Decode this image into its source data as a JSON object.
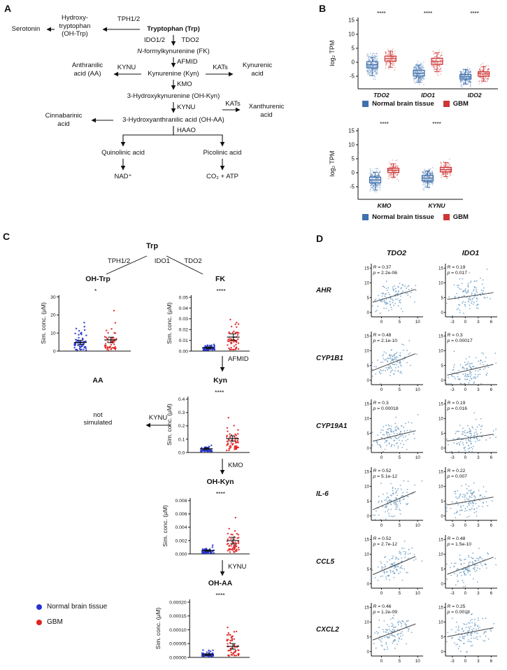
{
  "panelA": {
    "label": "A",
    "pathway": {
      "serotonin": "Serotonin",
      "ohtrp_block": "Hydroxy-\ntryptophan\n(OH-Trp)",
      "tph": "TPH1/2",
      "trp": "Tryptophan (Trp)",
      "ido": "IDO1/2",
      "tdo": "TDO2",
      "fk_italic": "N",
      "fk_rest": "-formylkynurenine (FK)",
      "afmid": "AFMID",
      "kyn": "Kynurenine (Kyn)",
      "kynu_a": "KYNU",
      "aa_block": "Anthranilic\nacid (AA)",
      "kats_a": "KATs",
      "kynurenic_block": "Kynurenic\nacid",
      "kmo": "KMO",
      "ohkyn": "3-Hydroxykynurenine (OH-Kyn)",
      "kats_b": "KATs",
      "xanthurenic_block": "Xanthurenic\nacid",
      "kynu_b": "KYNU",
      "ohaa": "3-Hydroxyanthranilic acid (OH-AA)",
      "cinnabarinic_block": "Cinnabarinic\nacid",
      "haao": "HAAO",
      "quinolinic": "Quinolinic acid",
      "picolinic": "Picolinic acid",
      "nad": "NAD⁺",
      "co2atp": "CO₂ + ATP"
    }
  },
  "panelB": {
    "label": "B",
    "legend": {
      "normal": "Normal brain tissue",
      "gbm": "GBM"
    },
    "colors": {
      "normal": "#4070ad",
      "gbm": "#cf3535"
    }
  },
  "panelC": {
    "label": "C",
    "root": "Trp",
    "enzyme_tph": "TPH1/2",
    "enzyme_ido1": "IDO1",
    "enzyme_tdo2": "TDO2",
    "enzyme_afmid": "AFMID",
    "enzyme_kynu_left": "KYNU",
    "enzyme_kmo": "KMO",
    "enzyme_kynu_down": "KYNU",
    "aa_title": "AA",
    "not_simulated": "not\nsimulated",
    "legend": [
      {
        "label": "Normal brain tissue",
        "color": "#2433cf"
      },
      {
        "label": "GBM",
        "color": "#e02424"
      }
    ]
  },
  "panelD": {
    "label": "D",
    "cols": [
      "TDO2",
      "IDO1"
    ],
    "rows": [
      "AHR",
      "CYP1B1",
      "CYP19A1",
      "IL-6",
      "CCL5",
      "CXCL2"
    ]
  },
  "chart_data": [
    {
      "id": "B1",
      "type": "box",
      "ylabel": "log₂ TPM",
      "ylim": [
        -9.5,
        16
      ],
      "yticks": [
        -5,
        0,
        5,
        10,
        15
      ],
      "categories": [
        "TDO2",
        "IDO1",
        "IDO2"
      ],
      "sig": [
        "****",
        "****",
        "****"
      ],
      "groups": [
        {
          "name": "Normal brain tissue",
          "color": "#4070ad",
          "stats": [
            {
              "med": -0.9,
              "q1": -2.0,
              "q3": 0.2,
              "lo": -4.8,
              "hi": 1.8,
              "sd": 1.9,
              "n": 240
            },
            {
              "med": -3.9,
              "q1": -4.9,
              "q3": -2.9,
              "lo": -7.2,
              "hi": -1.0,
              "sd": 1.7,
              "n": 240
            },
            {
              "med": -5.2,
              "q1": -6.0,
              "q3": -4.4,
              "lo": -7.8,
              "hi": -2.6,
              "sd": 1.4,
              "n": 240
            }
          ]
        },
        {
          "name": "GBM",
          "color": "#cf3535",
          "stats": [
            {
              "med": 1.3,
              "q1": 0.4,
              "q3": 2.2,
              "lo": -1.8,
              "hi": 4.0,
              "sd": 1.6,
              "n": 130
            },
            {
              "med": 0.3,
              "q1": -0.8,
              "q3": 1.4,
              "lo": -3.4,
              "hi": 3.4,
              "sd": 1.9,
              "n": 130
            },
            {
              "med": -4.2,
              "q1": -5.0,
              "q3": -3.4,
              "lo": -6.8,
              "hi": -1.6,
              "sd": 1.5,
              "n": 130
            }
          ]
        }
      ]
    },
    {
      "id": "B2",
      "type": "box",
      "ylabel": "log₂ TPM",
      "ylim": [
        -9.5,
        16
      ],
      "yticks": [
        -5,
        0,
        5,
        10,
        15
      ],
      "categories": [
        "KMO",
        "KYNU"
      ],
      "sig": [
        "****",
        "****"
      ],
      "groups": [
        {
          "name": "Normal brain tissue",
          "color": "#4070ad",
          "stats": [
            {
              "med": -2.6,
              "q1": -3.6,
              "q3": -1.6,
              "lo": -6.2,
              "hi": 0.2,
              "sd": 1.8,
              "n": 240
            },
            {
              "med": -1.9,
              "q1": -2.9,
              "q3": -1.0,
              "lo": -5.2,
              "hi": 0.6,
              "sd": 1.6,
              "n": 240
            }
          ]
        },
        {
          "name": "GBM",
          "color": "#cf3535",
          "stats": [
            {
              "med": 0.9,
              "q1": 0.1,
              "q3": 1.6,
              "lo": -1.6,
              "hi": 3.2,
              "sd": 1.4,
              "n": 130
            },
            {
              "med": 1.1,
              "q1": 0.3,
              "q3": 1.9,
              "lo": -1.4,
              "hi": 3.6,
              "sd": 1.4,
              "n": 130
            }
          ]
        }
      ]
    },
    {
      "id": "C_OHTRP",
      "type": "strip",
      "title": "OH-Trp",
      "ylabel": "Sim. conc. (μM)",
      "sig": "*",
      "ylim": [
        0,
        31
      ],
      "yticks": [
        0,
        10,
        20,
        30
      ],
      "ytick_labels": [
        "0",
        "10",
        "20",
        "30"
      ],
      "groups": [
        {
          "name": "Normal brain tissue",
          "color": "#2433cf",
          "base": 0.3,
          "sd": 5.5,
          "max": 26,
          "mean": 4.8,
          "err": 1.2,
          "n": 62
        },
        {
          "name": "GBM",
          "color": "#e02424",
          "base": 0.3,
          "sd": 6.5,
          "max": 28,
          "mean": 6.2,
          "err": 1.5,
          "n": 55
        }
      ]
    },
    {
      "id": "C_FK",
      "type": "strip",
      "title": "FK",
      "ylabel": "Sim. conc. (μM)",
      "sig": "****",
      "ylim": [
        0,
        0.052
      ],
      "yticks": [
        0,
        0.01,
        0.02,
        0.03,
        0.04,
        0.05
      ],
      "ytick_labels": [
        "0.00",
        "0.01",
        "0.02",
        "0.03",
        "0.04",
        "0.05"
      ],
      "groups": [
        {
          "name": "Normal brain tissue",
          "color": "#2433cf",
          "base": 0.0008,
          "sd": 0.0022,
          "max": 0.007,
          "mean": 0.003,
          "err": 0.0008,
          "n": 62
        },
        {
          "name": "GBM",
          "color": "#e02424",
          "base": 0.001,
          "sd": 0.011,
          "max": 0.047,
          "mean": 0.013,
          "err": 0.003,
          "n": 55
        }
      ]
    },
    {
      "id": "C_KYN",
      "type": "strip",
      "title": "Kyn",
      "ylabel": "Sim. conc. (μM)",
      "sig": "****",
      "ylim": [
        0,
        0.42
      ],
      "yticks": [
        0,
        0.1,
        0.2,
        0.3,
        0.4
      ],
      "ytick_labels": [
        "0.0",
        "0.1",
        "0.2",
        "0.3",
        "0.4"
      ],
      "groups": [
        {
          "name": "Normal brain tissue",
          "color": "#2433cf",
          "base": 0.008,
          "sd": 0.02,
          "max": 0.06,
          "mean": 0.028,
          "err": 0.006,
          "n": 62
        },
        {
          "name": "GBM",
          "color": "#e02424",
          "base": 0.015,
          "sd": 0.09,
          "max": 0.38,
          "mean": 0.105,
          "err": 0.02,
          "n": 55
        }
      ]
    },
    {
      "id": "C_OHKYN",
      "type": "strip",
      "title": "OH-Kyn",
      "ylabel": "Sim. conc. (μM)",
      "sig": "****",
      "ylim": [
        0,
        0.0084
      ],
      "yticks": [
        0,
        0.002,
        0.004,
        0.006,
        0.008
      ],
      "ytick_labels": [
        "0.000",
        "0.002",
        "0.004",
        "0.006",
        "0.008"
      ],
      "groups": [
        {
          "name": "Normal brain tissue",
          "color": "#2433cf",
          "base": 0.0001,
          "sd": 0.0004,
          "max": 0.0013,
          "mean": 0.0005,
          "err": 0.0001,
          "n": 62
        },
        {
          "name": "GBM",
          "color": "#e02424",
          "base": 0.0002,
          "sd": 0.0018,
          "max": 0.0078,
          "mean": 0.002,
          "err": 0.0005,
          "n": 55
        }
      ]
    },
    {
      "id": "C_OHAA",
      "type": "strip",
      "title": "OH-AA",
      "ylabel": "Sim. conc. (μM)",
      "sig": "****",
      "ylim": [
        0,
        0.00021
      ],
      "yticks": [
        0,
        5e-05,
        0.0001,
        0.00015,
        0.0002
      ],
      "ytick_labels": [
        "0.00000",
        "0.00005",
        "0.00010",
        "0.00015",
        "0.00020"
      ],
      "groups": [
        {
          "name": "Normal brain tissue",
          "color": "#2433cf",
          "base": 3e-06,
          "sd": 1e-05,
          "max": 3e-05,
          "mean": 1e-05,
          "err": 3e-06,
          "n": 62
        },
        {
          "name": "GBM",
          "color": "#e02424",
          "base": 5e-06,
          "sd": 4e-05,
          "max": 0.0002,
          "mean": 4e-05,
          "err": 1e-05,
          "n": 55
        }
      ]
    },
    {
      "id": "D_AHR_TDO2",
      "type": "scatter",
      "row": "AHR",
      "col": "TDO2",
      "r": 0.37,
      "p": "2.2e-06",
      "color": "#6e9fc4",
      "xticks": [
        0,
        5,
        10
      ],
      "xlim": [
        -2.8,
        11.5
      ],
      "yticks": [
        0,
        5,
        10,
        15
      ],
      "ylim": [
        -1.5,
        16.5
      ],
      "x_center": 3.2,
      "x_sd": 2.6,
      "y_center": 5.5,
      "y_sd": 2.6
    },
    {
      "id": "D_AHR_IDO1",
      "type": "scatter",
      "row": "AHR",
      "col": "IDO1",
      "r": 0.19,
      "p": "0.017",
      "color": "#6e9fc4",
      "xticks": [
        -3,
        0,
        3,
        6
      ],
      "xlim": [
        -4.6,
        7.4
      ],
      "yticks": [
        0,
        5,
        10,
        15
      ],
      "ylim": [
        -1.5,
        16.5
      ],
      "x_center": 1.0,
      "x_sd": 2.3,
      "y_center": 5.5,
      "y_sd": 2.6
    },
    {
      "id": "D_CYP1B1_TDO2",
      "type": "scatter",
      "row": "CYP1B1",
      "col": "TDO2",
      "r": 0.48,
      "p": "2.1e-10",
      "color": "#6e9fc4",
      "xticks": [
        0,
        5,
        10
      ],
      "xlim": [
        -2.8,
        11.5
      ],
      "yticks": [
        0,
        5,
        10,
        15
      ],
      "ylim": [
        -1.5,
        16.5
      ],
      "x_center": 3.2,
      "x_sd": 2.6,
      "y_center": 6.0,
      "y_sd": 2.6
    },
    {
      "id": "D_CYP1B1_IDO1",
      "type": "scatter",
      "row": "CYP1B1",
      "col": "IDO1",
      "r": 0.3,
      "p": "0.00017",
      "color": "#6e9fc4",
      "xticks": [
        -3,
        0,
        3,
        6
      ],
      "xlim": [
        -4.6,
        7.4
      ],
      "yticks": [
        0,
        5,
        10,
        15
      ],
      "ylim": [
        -1.5,
        16.5
      ],
      "x_center": 1.0,
      "x_sd": 2.3,
      "y_center": 3.5,
      "y_sd": 2.6
    },
    {
      "id": "D_CYP19A1_TDO2",
      "type": "scatter",
      "row": "CYP19A1",
      "col": "TDO2",
      "r": 0.3,
      "p": "0.00018",
      "color": "#6e9fc4",
      "xticks": [
        0,
        5,
        10
      ],
      "xlim": [
        -2.8,
        11.5
      ],
      "yticks": [
        0,
        5,
        10,
        15
      ],
      "ylim": [
        -1.5,
        16.5
      ],
      "x_center": 3.2,
      "x_sd": 2.6,
      "y_center": 4.0,
      "y_sd": 2.6
    },
    {
      "id": "D_CYP19A1_IDO1",
      "type": "scatter",
      "row": "CYP19A1",
      "col": "IDO1",
      "r": 0.19,
      "p": "0.016",
      "color": "#6e9fc4",
      "xticks": [
        -3,
        0,
        3,
        6
      ],
      "xlim": [
        -4.6,
        7.4
      ],
      "yticks": [
        0,
        5,
        10,
        15
      ],
      "ylim": [
        -1.5,
        16.5
      ],
      "x_center": 1.0,
      "x_sd": 2.3,
      "y_center": 3.5,
      "y_sd": 2.6
    },
    {
      "id": "D_IL6_TDO2",
      "type": "scatter",
      "row": "IL-6",
      "col": "TDO2",
      "r": 0.52,
      "p": "5.1e-12",
      "color": "#6e9fc4",
      "xticks": [
        0,
        5,
        10
      ],
      "xlim": [
        -2.8,
        11.5
      ],
      "yticks": [
        0,
        5,
        10,
        15
      ],
      "ylim": [
        -1.5,
        16.5
      ],
      "x_center": 3.2,
      "x_sd": 2.6,
      "y_center": 5.0,
      "y_sd": 2.6
    },
    {
      "id": "D_IL6_IDO1",
      "type": "scatter",
      "row": "IL-6",
      "col": "IDO1",
      "r": 0.22,
      "p": "0.007",
      "color": "#6e9fc4",
      "xticks": [
        -3,
        0,
        3,
        6
      ],
      "xlim": [
        -4.6,
        7.4
      ],
      "yticks": [
        0,
        5,
        10,
        15
      ],
      "ylim": [
        -1.5,
        16.5
      ],
      "x_center": 1.0,
      "x_sd": 2.3,
      "y_center": 5.0,
      "y_sd": 2.6
    },
    {
      "id": "D_CCL5_TDO2",
      "type": "scatter",
      "row": "CCL5",
      "col": "TDO2",
      "r": 0.52,
      "p": "2.7e-12",
      "color": "#6e9fc4",
      "xticks": [
        0,
        5,
        10
      ],
      "xlim": [
        -2.8,
        11.5
      ],
      "yticks": [
        0,
        5,
        10,
        15
      ],
      "ylim": [
        -1.5,
        16.5
      ],
      "x_center": 3.2,
      "x_sd": 2.6,
      "y_center": 6.0,
      "y_sd": 2.6
    },
    {
      "id": "D_CCL5_IDO1",
      "type": "scatter",
      "row": "CCL5",
      "col": "IDO1",
      "r": 0.48,
      "p": "1.5e-10",
      "color": "#6e9fc4",
      "xticks": [
        -3,
        0,
        3,
        6
      ],
      "xlim": [
        -4.6,
        7.4
      ],
      "yticks": [
        0,
        5,
        10,
        15
      ],
      "ylim": [
        -1.5,
        16.5
      ],
      "x_center": 1.0,
      "x_sd": 2.3,
      "y_center": 6.0,
      "y_sd": 2.6
    },
    {
      "id": "D_CXCL2_TDO2",
      "type": "scatter",
      "row": "CXCL2",
      "col": "TDO2",
      "r": 0.46,
      "p": "1.2e-09",
      "color": "#6e9fc4",
      "xticks": [
        0,
        5,
        10
      ],
      "xlim": [
        -2.8,
        11.5
      ],
      "yticks": [
        0,
        5,
        10,
        15
      ],
      "ylim": [
        -1.5,
        16.5
      ],
      "x_center": 3.2,
      "x_sd": 2.6,
      "y_center": 6.5,
      "y_sd": 2.6
    },
    {
      "id": "D_CXCL2_IDO1",
      "type": "scatter",
      "row": "CXCL2",
      "col": "IDO1",
      "r": 0.25,
      "p": "0.0018",
      "color": "#6e9fc4",
      "xticks": [
        -3,
        0,
        3,
        6
      ],
      "xlim": [
        -4.6,
        7.4
      ],
      "yticks": [
        0,
        5,
        10,
        15
      ],
      "ylim": [
        -1.5,
        16.5
      ],
      "x_center": 1.0,
      "x_sd": 2.3,
      "y_center": 6.5,
      "y_sd": 2.6
    }
  ]
}
